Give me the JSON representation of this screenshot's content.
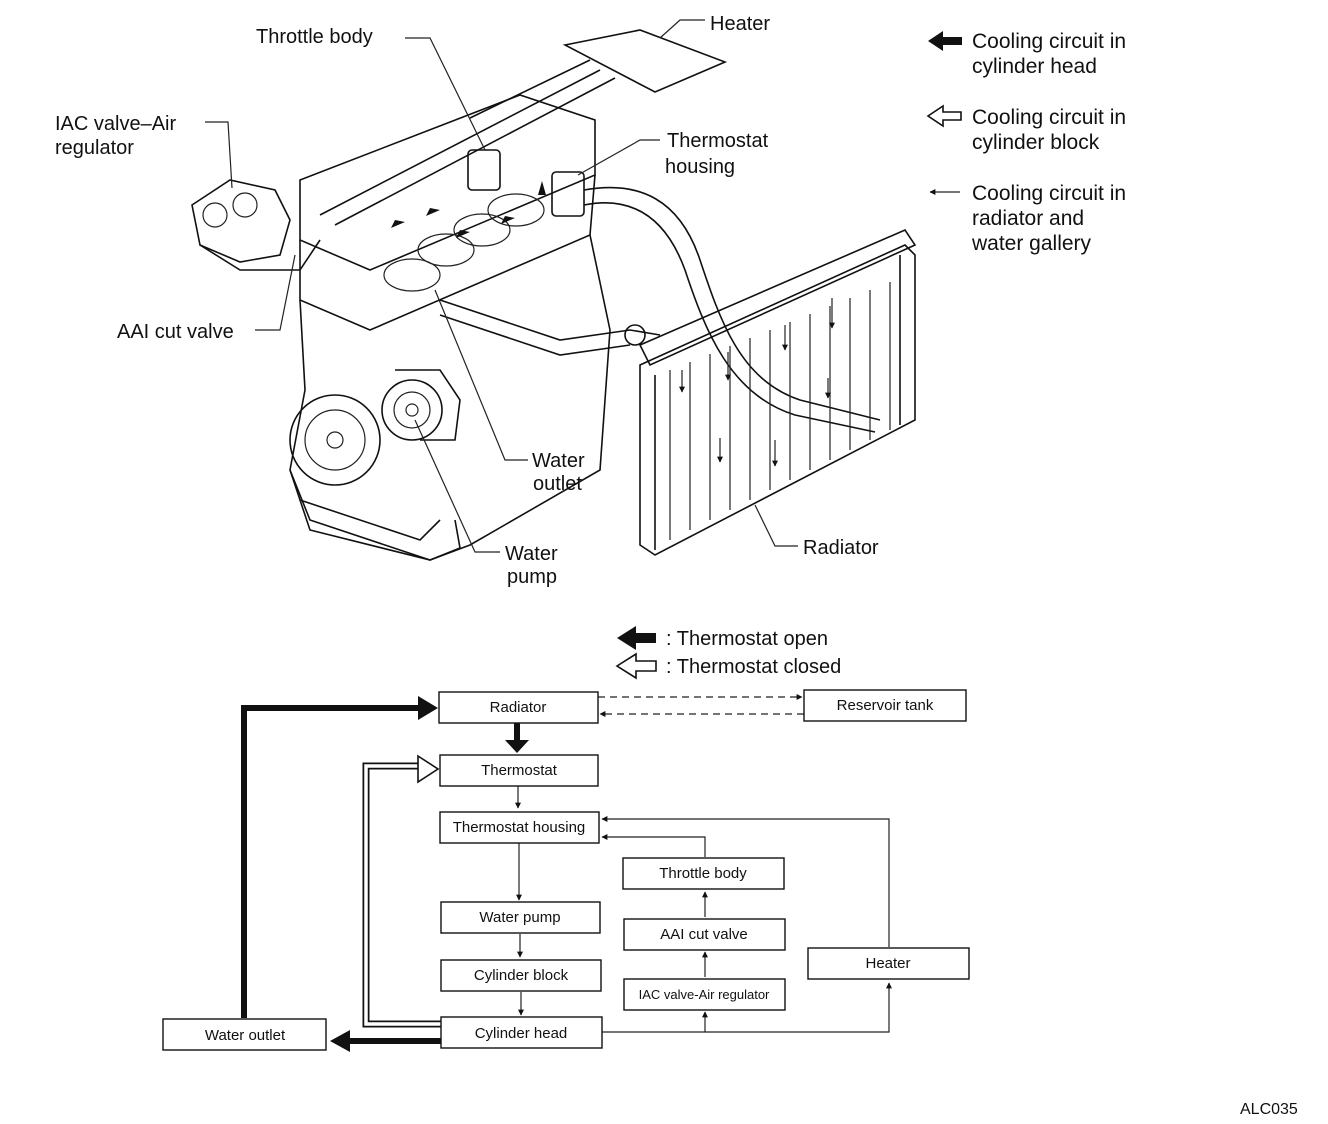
{
  "illustration": {
    "labels": {
      "heater": "Heater",
      "throttle_body": "Throttle body",
      "iac_valve_line1": "IAC valve–Air",
      "iac_valve_line2": "regulator",
      "thermostat_housing_line1": "Thermostat",
      "thermostat_housing_line2": "housing",
      "aai_cut_valve": "AAI cut valve",
      "water_outlet_line1": "Water",
      "water_outlet_line2": "outlet",
      "water_pump_line1": "Water",
      "water_pump_line2": "pump",
      "radiator": "Radiator"
    },
    "legend": [
      {
        "icon": "solid-arrow-icon",
        "line1": "Cooling circuit in",
        "line2": "cylinder head",
        "line3": ""
      },
      {
        "icon": "hollow-arrow-icon",
        "line1": "Cooling circuit in",
        "line2": "cylinder block",
        "line3": ""
      },
      {
        "icon": "thin-arrow-icon",
        "line1": "Cooling circuit in",
        "line2": "radiator and",
        "line3": "water gallery"
      }
    ]
  },
  "flow_diagram": {
    "legend": {
      "open": ": Thermostat open",
      "closed": ": Thermostat closed"
    },
    "boxes": {
      "radiator": "Radiator",
      "reservoir_tank": "Reservoir tank",
      "thermostat": "Thermostat",
      "thermostat_housing": "Thermostat housing",
      "throttle_body": "Throttle body",
      "aai_cut_valve": "AAI cut valve",
      "iac_valve": "IAC valve-Air regulator",
      "heater": "Heater",
      "water_pump": "Water pump",
      "cylinder_block": "Cylinder block",
      "cylinder_head": "Cylinder head",
      "water_outlet": "Water outlet"
    }
  },
  "figure_code": "ALC035"
}
